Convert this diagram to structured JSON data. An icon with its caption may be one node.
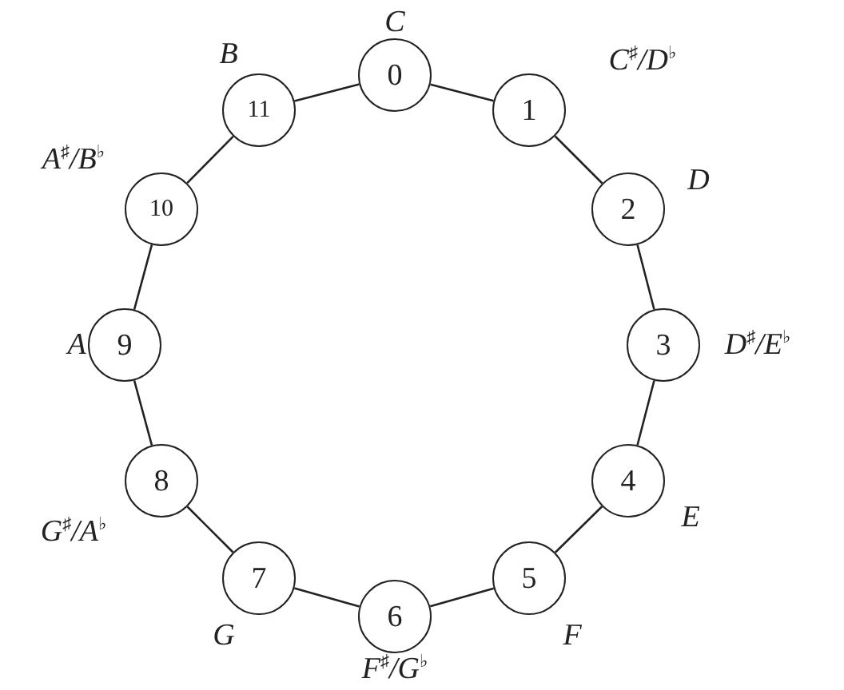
{
  "diagram": {
    "nodes": [
      {
        "text": [
          "0"
        ],
        "beside": [
          "C"
        ]
      },
      {
        "text": [
          "1"
        ],
        "beside": [
          "C$^{♯}$/D$^{♭}$"
        ]
      },
      {
        "text": [
          "2"
        ],
        "beside": [
          "D"
        ]
      },
      {
        "text": [
          "3"
        ],
        "beside": [
          "D$^{♯}$/E$^{♭}$"
        ]
      },
      {
        "text": [
          "4"
        ],
        "beside": [
          "E"
        ]
      },
      {
        "text": [
          "5"
        ],
        "beside": [
          "F"
        ]
      },
      {
        "text": [
          "6"
        ],
        "beside": [
          "F$^{♯}$/G$^{♭}$"
        ]
      },
      {
        "text": [
          "7"
        ],
        "beside": [
          "G"
        ]
      },
      {
        "text": [
          "8"
        ],
        "beside": [
          "G$^{♯}$/A$^{♭}$"
        ]
      },
      {
        "text": [
          "9"
        ],
        "beside": [
          "A"
        ]
      },
      {
        "text": [
          "10"
        ],
        "beside": [
          "A$^{♯}$/B$^{♭}$"
        ]
      },
      {
        "text": [
          "11"
        ],
        "beside": [
          "B"
        ]
      }
    ],
    "edges": [
      {
        "from": 0,
        "to": 1,
        "arrow": "none"
      },
      {
        "from": 1,
        "to": 2,
        "arrow": "none"
      },
      {
        "from": 2,
        "to": 3,
        "arrow": "none"
      },
      {
        "from": 3,
        "to": 4,
        "arrow": "none"
      },
      {
        "from": 4,
        "to": 5,
        "arrow": "none"
      },
      {
        "from": 5,
        "to": 6,
        "arrow": "none"
      },
      {
        "from": 6,
        "to": 7,
        "arrow": "none"
      },
      {
        "from": 7,
        "to": 8,
        "arrow": "none"
      },
      {
        "from": 8,
        "to": 9,
        "arrow": "none"
      },
      {
        "from": 9,
        "to": 10,
        "arrow": "none"
      },
      {
        "from": 10,
        "to": 11,
        "arrow": "none"
      },
      {
        "from": 11,
        "to": 0,
        "arrow": "none"
      }
    ]
  }
}
